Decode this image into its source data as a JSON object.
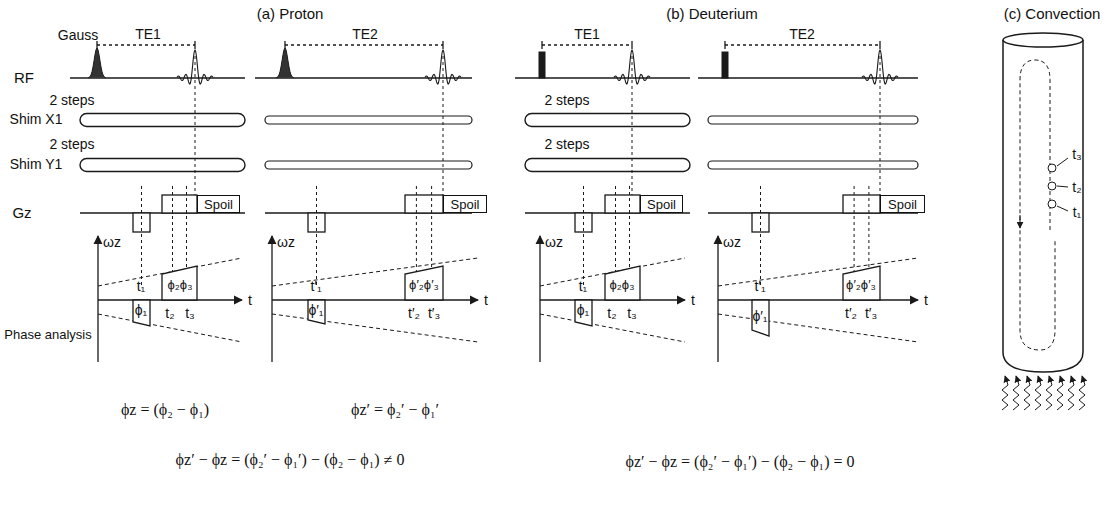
{
  "diagram": {
    "nodes": [
      {
        "text": [
          "Spoil"
        ]
      },
      {
        "text": [
          "Spoil"
        ]
      },
      {
        "text": [
          "Spoil"
        ]
      },
      {
        "text": [
          "Spoil"
        ]
      }
    ],
    "labels": [
      "(a) Proton",
      "(b) Deuterium",
      "(c) Convection",
      "Gauss",
      "TE1",
      "TE2",
      "RF",
      "2 steps",
      "Shim X1",
      "2 steps",
      "Shim Y1",
      "Gz",
      "ωz",
      "t₁",
      "ϕ₁",
      "ϕ₂ϕ₃",
      "t₂",
      "t₃",
      "t",
      "Phase analysis",
      "ωz",
      "t′₁",
      "ϕ′₁",
      "ϕ′₂ϕ′₃",
      "t′₂",
      "t′₃",
      "t",
      "ϕz = (ϕ₂ − ϕ₁)",
      "ϕz′ = ϕ₂′ − ϕ₁′",
      "ϕz′ − ϕz = (ϕ₂′ − ϕ₁′) − (ϕ₂ − ϕ₁) ≠ 0",
      "TE1",
      "TE2",
      "2 steps",
      "2 steps",
      "ωz",
      "t₁",
      "ϕ₁",
      "ϕ₂ϕ₃",
      "t₂",
      "t₃",
      "t",
      "ωz",
      "t′₁",
      "ϕ′₁",
      "ϕ′₂ϕ′₃",
      "t′₂",
      "t′₃",
      "t",
      "ϕz′ − ϕz = (ϕ₂′ − ϕ₁′) − (ϕ₂ − ϕ₁) = 0",
      "t₃",
      "t₂",
      "t₁"
    ]
  }
}
